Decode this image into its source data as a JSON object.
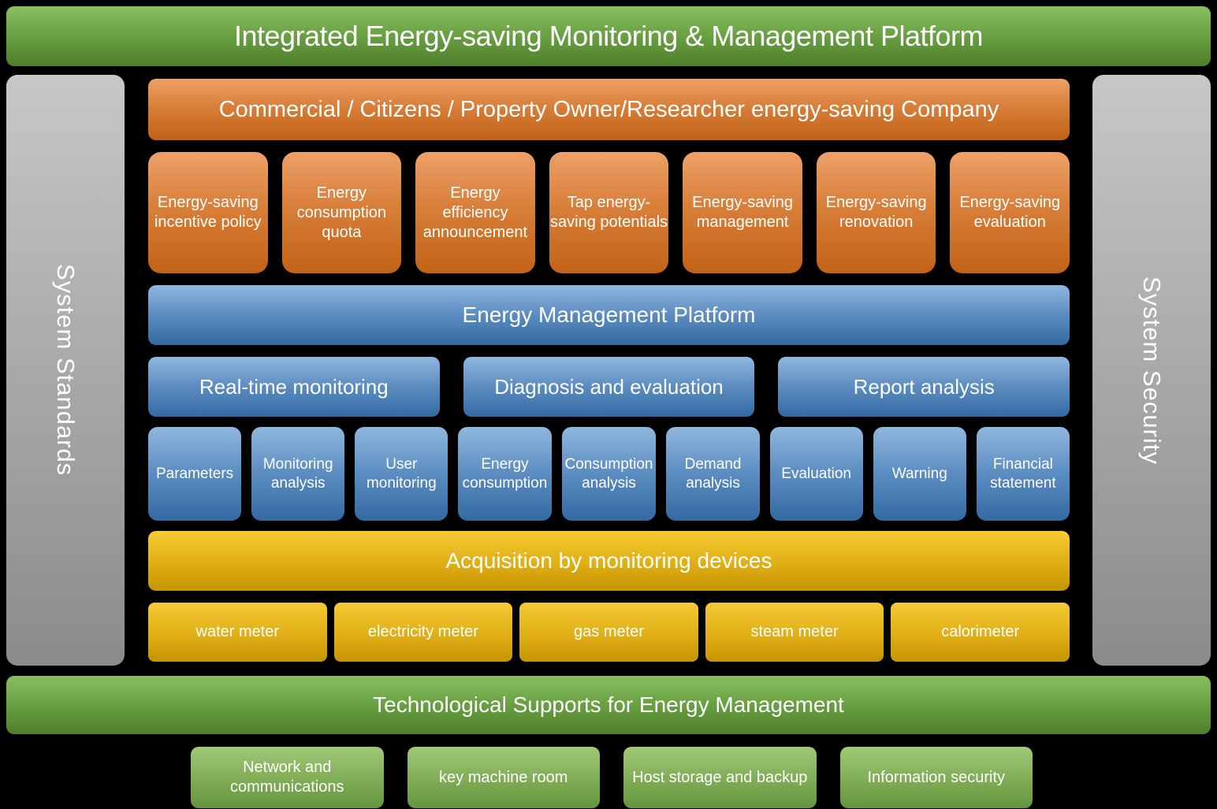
{
  "title": "Integrated Energy-saving Monitoring & Management Platform",
  "side_bars": {
    "left": "System Standards",
    "right": "System Security"
  },
  "stakeholders": {
    "banner": "Commercial / Citizens / Property Owner/Researcher energy-saving Company",
    "items": [
      "Energy-saving incentive policy",
      "Energy consumption quota",
      "Energy efficiency announcement",
      "Tap energy-saving potentials",
      "Energy-saving management",
      "Energy-saving renovation",
      "Energy-saving evaluation"
    ]
  },
  "platform": {
    "banner": "Energy Management Platform",
    "modules": [
      "Real-time monitoring",
      "Diagnosis and evaluation",
      "Report analysis"
    ],
    "functions": [
      "Parameters",
      "Monitoring analysis",
      "User monitoring",
      "Energy consumption",
      "Consumption analysis",
      "Demand analysis",
      "Evaluation",
      "Warning",
      "Financial statement"
    ]
  },
  "acquisition": {
    "banner": "Acquisition by monitoring devices",
    "devices": [
      "water meter",
      "electricity meter",
      "gas meter",
      "steam meter",
      "calorimeter"
    ]
  },
  "supports": {
    "banner": "Technological Supports for Energy Management",
    "items": [
      "Network and communications",
      "key machine room",
      "Host storage and backup",
      "Information security"
    ]
  },
  "colors": {
    "background": "#000000",
    "green_top": "#8abf5f",
    "green_bottom": "#4e7f2b",
    "green_box_top": "#a0c878",
    "green_box_bottom": "#649540",
    "orange_top": "#eea168",
    "orange_bottom": "#c26216",
    "blue_top": "#90b7de",
    "blue_bottom": "#336aa2",
    "yellow_top": "#f6cb34",
    "yellow_bottom": "#c49500",
    "gray_top": "#c7c7c7",
    "gray_bottom": "#8b8b8b",
    "text": "#ffffff"
  }
}
